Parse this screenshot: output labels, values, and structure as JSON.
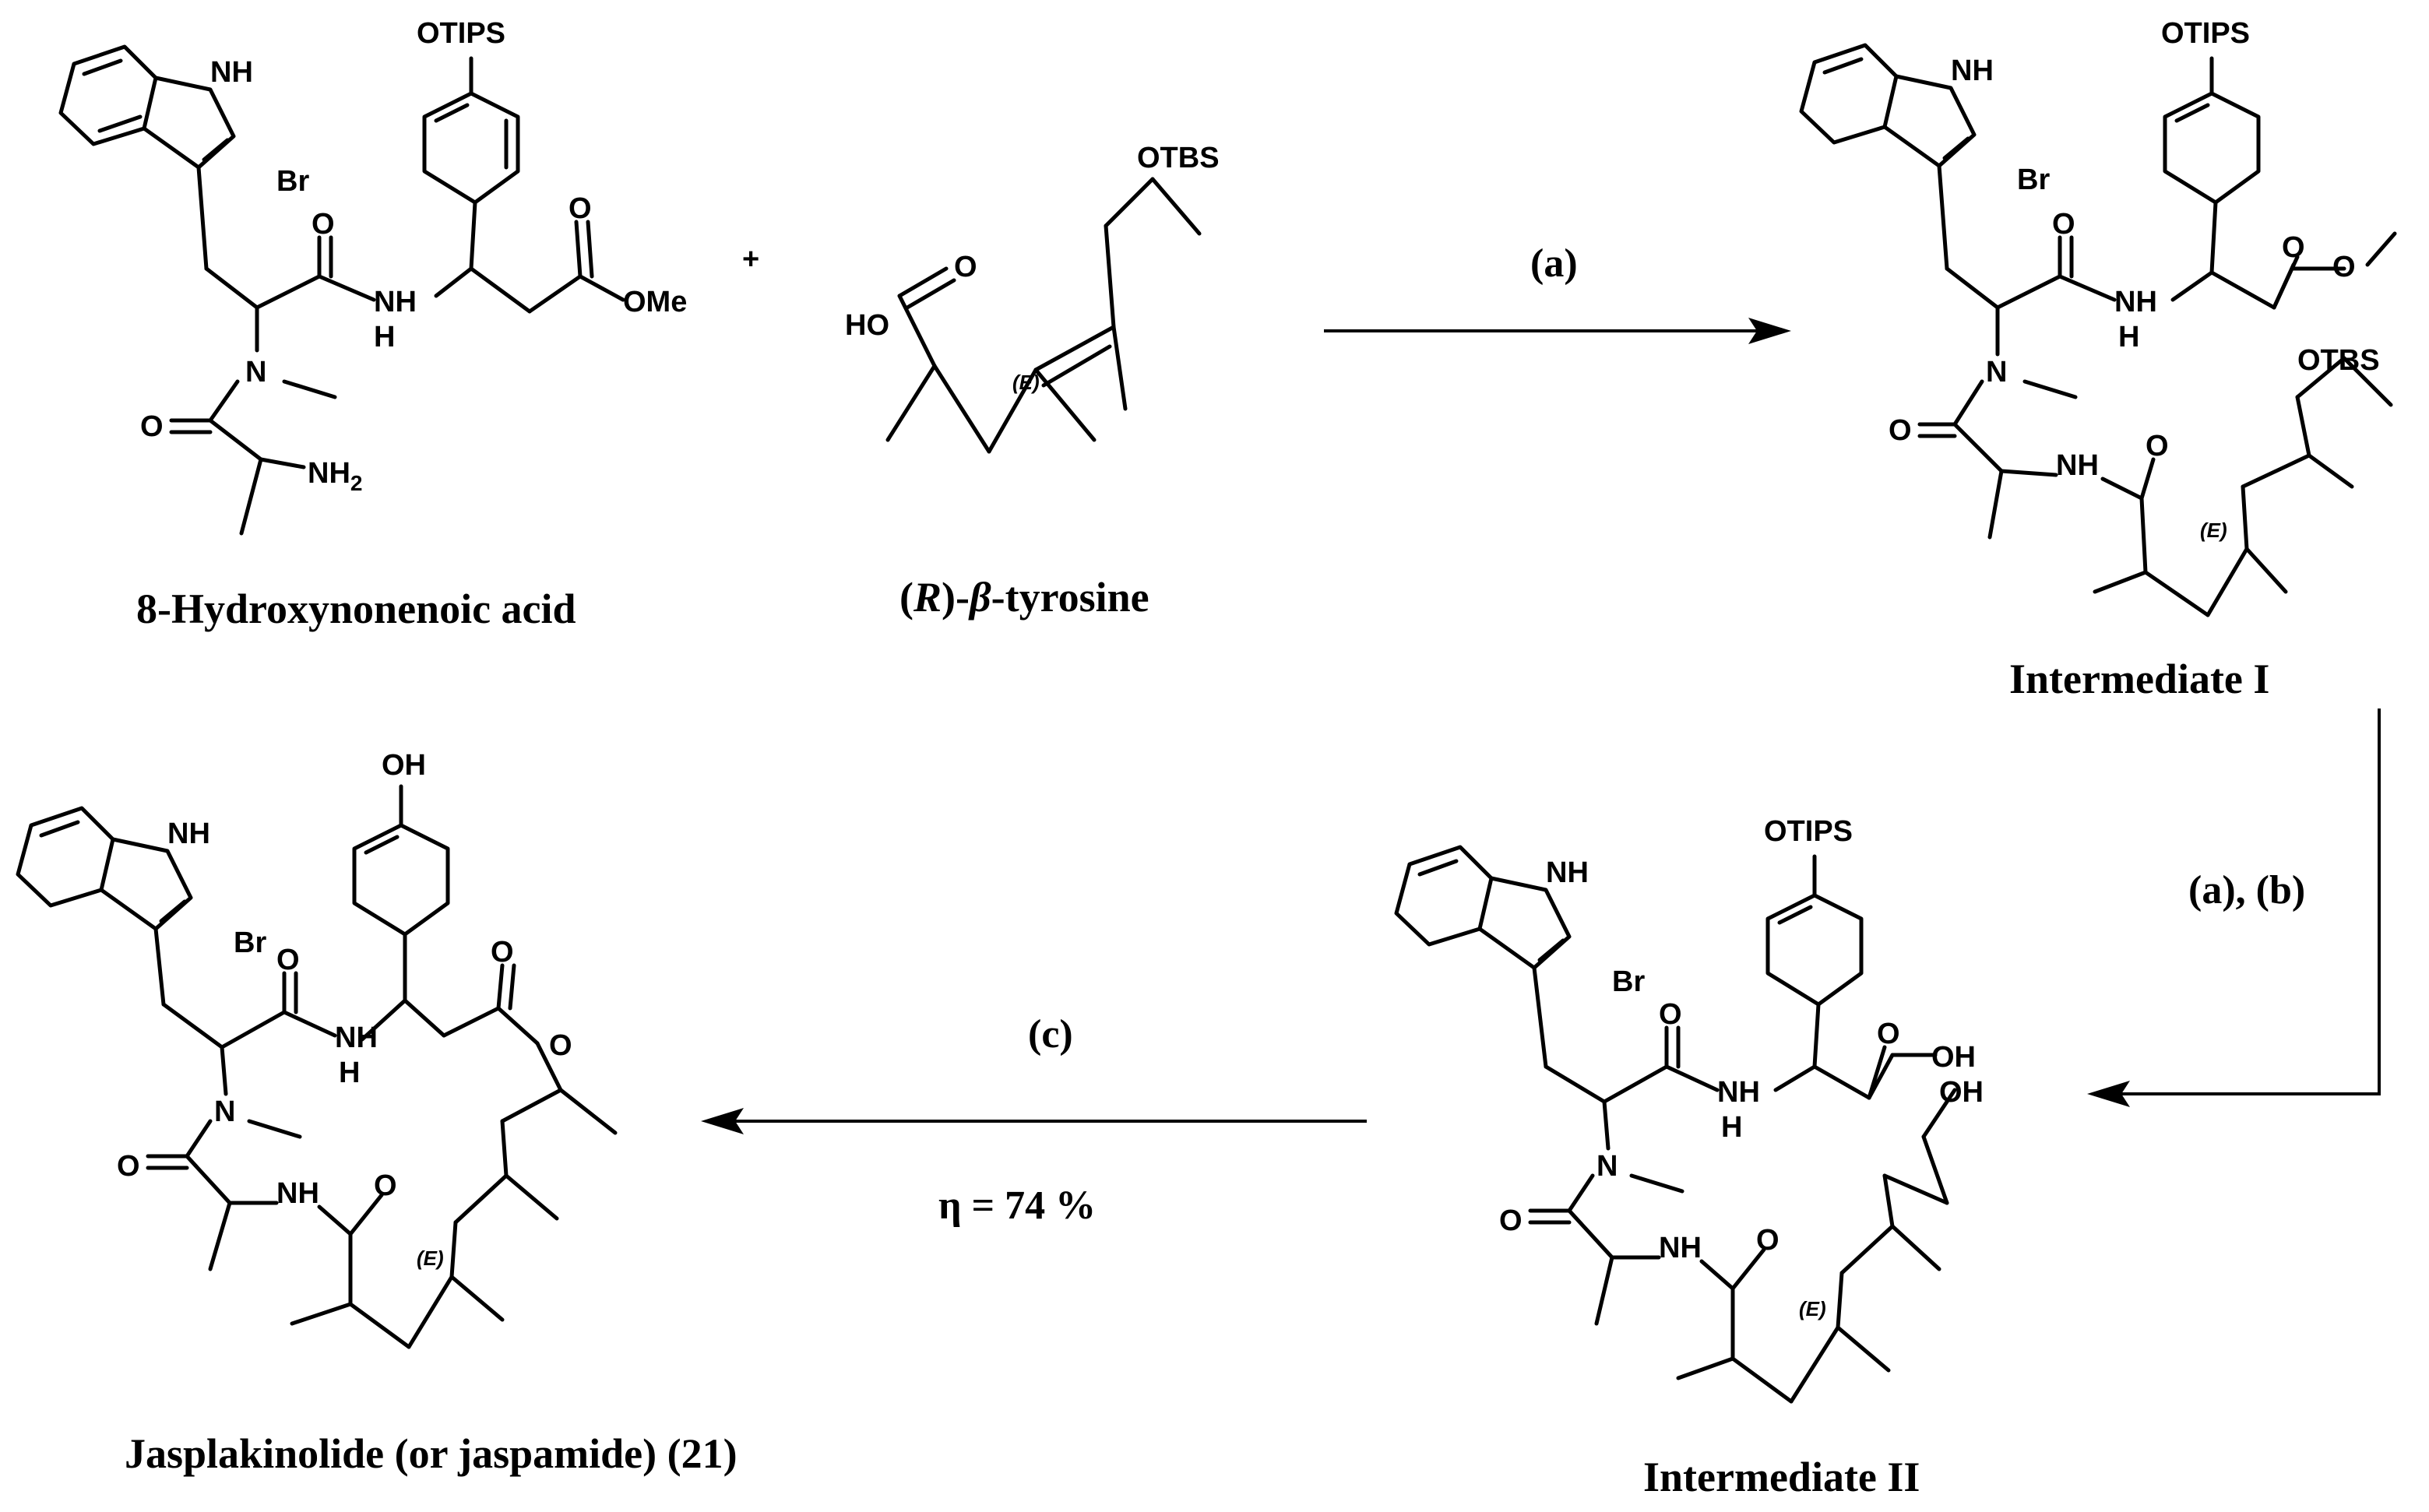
{
  "captions": {
    "compound_1": "8-Hydroxynonenoic acid",
    "compound_2_prefix": "(",
    "compound_2_R": "R",
    "compound_2_mid": ")-",
    "compound_2_beta": "β",
    "compound_2_suffix": "-tyrosine",
    "intermediate_1": "Intermediate I",
    "intermediate_2": "Intermediate II",
    "product": "Jasplakinolide (or jaspamide) (21)"
  },
  "plus_sign": "+",
  "conditions": {
    "step_1": "(a)",
    "step_2": "(a), (b)",
    "step_3": "(c)",
    "yield": "η = 74 %"
  },
  "atom_labels": {
    "nh": "NH",
    "br": "Br",
    "otips": "OTIPS",
    "otbs": "OTBS",
    "o": "O",
    "n": "N",
    "h": "H",
    "ome": "OMe",
    "nh2": "NH",
    "nh2_sub": "2",
    "ho": "HO",
    "oh": "OH",
    "e_label": "(E)"
  }
}
